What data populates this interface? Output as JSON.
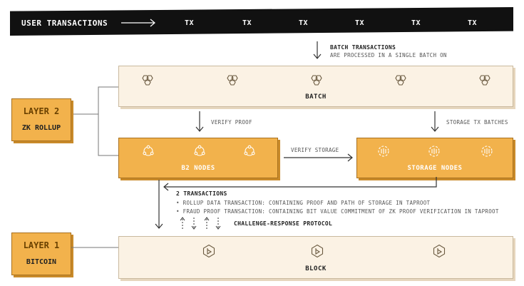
{
  "header": {
    "title": "USER TRANSACTIONS",
    "tx_labels": [
      "TX",
      "TX",
      "TX",
      "TX",
      "TX",
      "TX"
    ]
  },
  "batch_note": {
    "title": "BATCH TRANSACTIONS",
    "subtitle": "ARE PROCESSED IN A SINGLE BATCH ON"
  },
  "batch": {
    "label": "BATCH"
  },
  "layer2": {
    "title": "LAYER 2",
    "subtitle": "ZK ROLLUP"
  },
  "layer1": {
    "title": "LAYER 1",
    "subtitle": "BITCOIN"
  },
  "labels": {
    "verify_proof": "VERIFY PROOF",
    "storage_tx_batches": "STORAGE TX BATCHES",
    "verify_storage": "VERIFY STORAGE"
  },
  "b2_nodes": {
    "label": "B2 NODES"
  },
  "storage_nodes": {
    "label": "STORAGE NODES"
  },
  "transactions": {
    "title": "2 TRANSACTIONS",
    "items": [
      "• ROLLUP DATA TRANSACTION: CONTAINING PROOF AND PATH OF STORAGE IN TAPROOT",
      "• FRAUD PROOF TRANSACTION: CONTAINING BIT VALUE COMMITMENT OF ZK PROOF VERIFICATION IN TAPROOT"
    ]
  },
  "challenge": {
    "label": "CHALLENGE-RESPONSE PROTOCOL"
  },
  "block": {
    "label": "BLOCK"
  },
  "colors": {
    "accent": "#f2b24c",
    "cream": "#fbf2e4",
    "ribbon": "#111111"
  },
  "icons": [
    "hexagon-cluster-icon",
    "node-network-icon",
    "storage-node-icon",
    "bitcoin-block-icon"
  ]
}
